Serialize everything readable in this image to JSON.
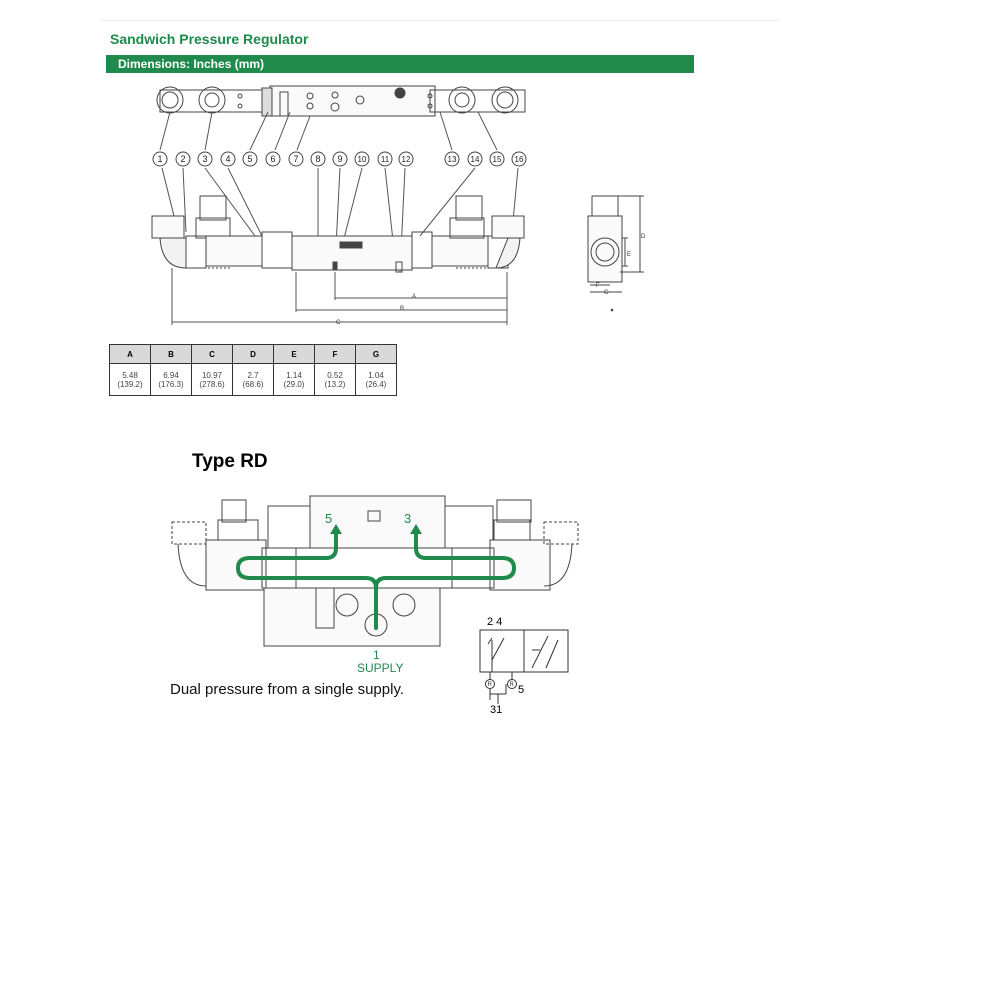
{
  "header": {
    "title": "Sandwich Pressure Regulator",
    "section": "Dimensions: Inches (mm)"
  },
  "callouts": [
    "1",
    "2",
    "3",
    "4",
    "5",
    "6",
    "7",
    "8",
    "9",
    "10",
    "11",
    "12",
    "13",
    "14",
    "15",
    "16"
  ],
  "dimension_letters": {
    "A": "A",
    "B": "B",
    "C": "C",
    "D": "D",
    "E": "E",
    "F": "F",
    "G": "G"
  },
  "dimensions_table": {
    "headers": [
      "A",
      "B",
      "C",
      "D",
      "E",
      "F",
      "G"
    ],
    "inches": [
      "5.48",
      "6.94",
      "10.97",
      "2.7",
      "1.14",
      "0.52",
      "1.04"
    ],
    "mm": [
      "(139.2)",
      "(176.3)",
      "(278.6)",
      "(68.6)",
      "(29.0)",
      "(13.2)",
      "(26.4)"
    ]
  },
  "type_rd": {
    "heading": "Type RD",
    "port_5": "5",
    "port_3": "3",
    "supply_number": "1",
    "supply_label": "SUPPLY",
    "caption": "Dual pressure from a single supply."
  },
  "symbol": {
    "ports_top": "2 4",
    "ports_bottom": "31",
    "port_right": "5",
    "regulator_mark": "R"
  },
  "colors": {
    "brand_green": "#1f8a4c",
    "line": "#333333"
  }
}
